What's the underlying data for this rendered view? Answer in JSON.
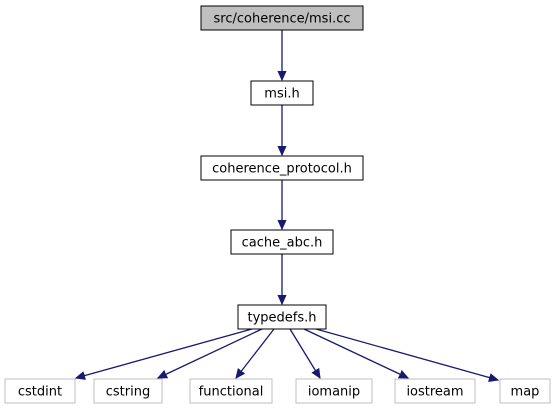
{
  "graph": {
    "colors": {
      "edge": "#191970",
      "root_fill": "#bfbfbf",
      "node_border": "#000000",
      "external_border": "#bfbfbf",
      "background": "#ffffff"
    },
    "nodes": {
      "root": {
        "label": "src/coherence/msi.cc"
      },
      "msi_h": {
        "label": "msi.h"
      },
      "coherence_protocol_h": {
        "label": "coherence_protocol.h"
      },
      "cache_abc_h": {
        "label": "cache_abc.h"
      },
      "typedefs_h": {
        "label": "typedefs.h"
      },
      "cstdint": {
        "label": "cstdint"
      },
      "cstring": {
        "label": "cstring"
      },
      "functional": {
        "label": "functional"
      },
      "iomanip": {
        "label": "iomanip"
      },
      "iostream": {
        "label": "iostream"
      },
      "map": {
        "label": "map"
      }
    },
    "edges": [
      {
        "from": "root",
        "to": "msi_h"
      },
      {
        "from": "msi_h",
        "to": "coherence_protocol_h"
      },
      {
        "from": "coherence_protocol_h",
        "to": "cache_abc_h"
      },
      {
        "from": "cache_abc_h",
        "to": "typedefs_h"
      },
      {
        "from": "typedefs_h",
        "to": "cstdint"
      },
      {
        "from": "typedefs_h",
        "to": "cstring"
      },
      {
        "from": "typedefs_h",
        "to": "functional"
      },
      {
        "from": "typedefs_h",
        "to": "iomanip"
      },
      {
        "from": "typedefs_h",
        "to": "iostream"
      },
      {
        "from": "typedefs_h",
        "to": "map"
      }
    ]
  }
}
